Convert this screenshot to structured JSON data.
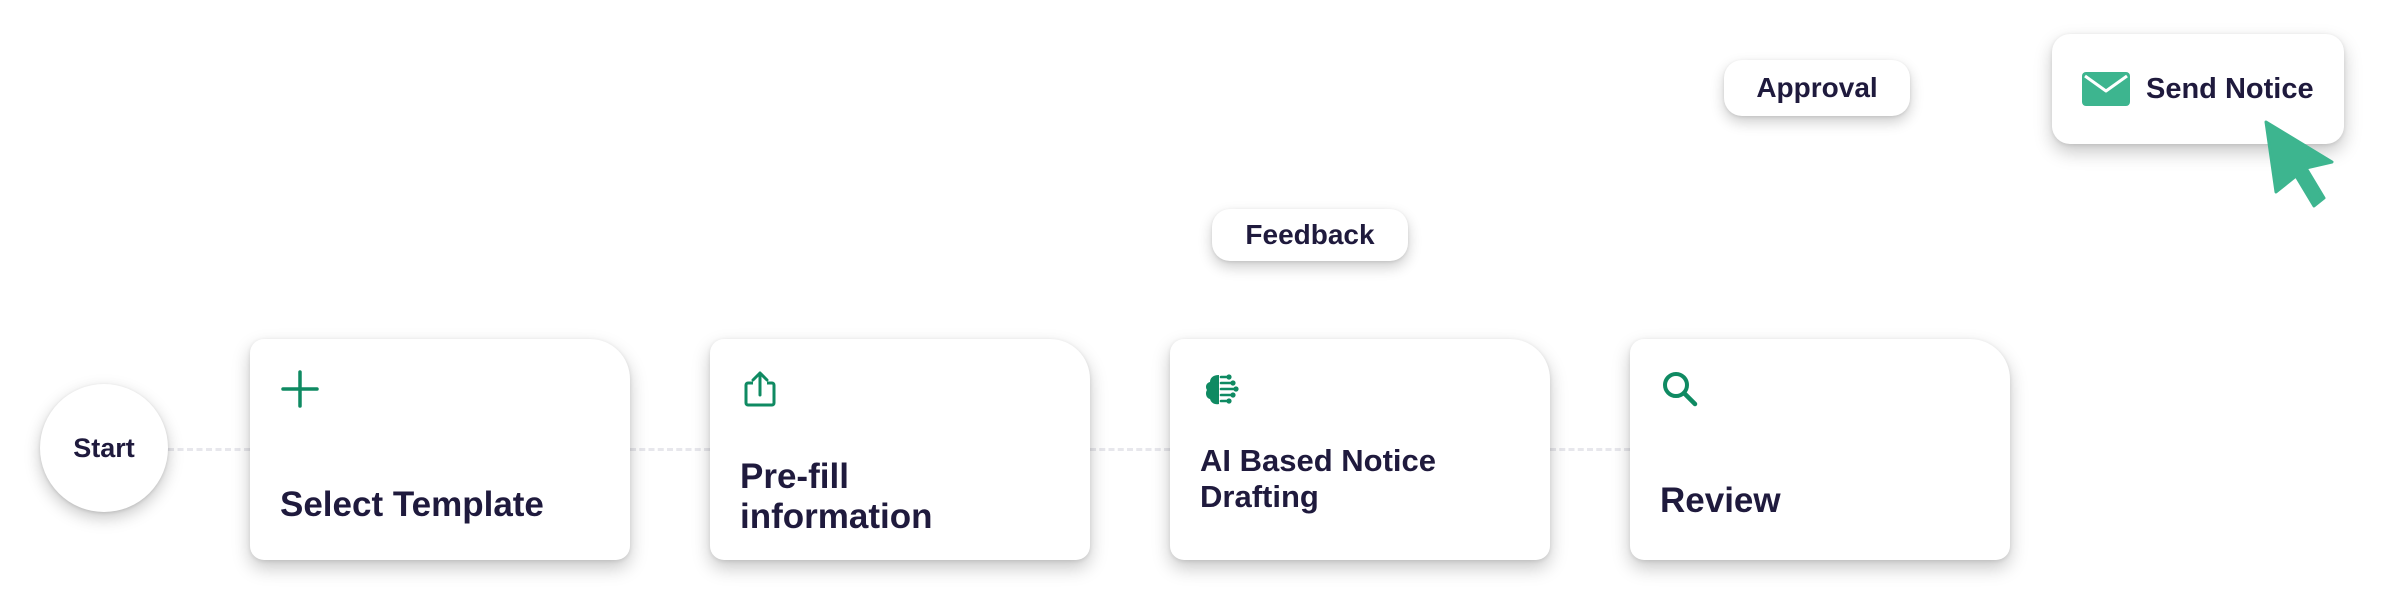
{
  "start": {
    "label": "Start"
  },
  "steps": [
    {
      "label": "Select Template",
      "icon": "plus-icon"
    },
    {
      "label": "Pre-fill information",
      "icon": "share-upload-icon"
    },
    {
      "label": "AI Based Notice Drafting",
      "icon": "ai-brain-icon"
    },
    {
      "label": "Review",
      "icon": "search-icon"
    }
  ],
  "pills": {
    "feedback": "Feedback",
    "approval": "Approval"
  },
  "send_notice": {
    "label": "Send Notice",
    "icon": "mail-icon"
  },
  "colors": {
    "accent_green": "#0f8a62",
    "send_green": "#3db58f",
    "text_dark": "#1f1a3d"
  }
}
